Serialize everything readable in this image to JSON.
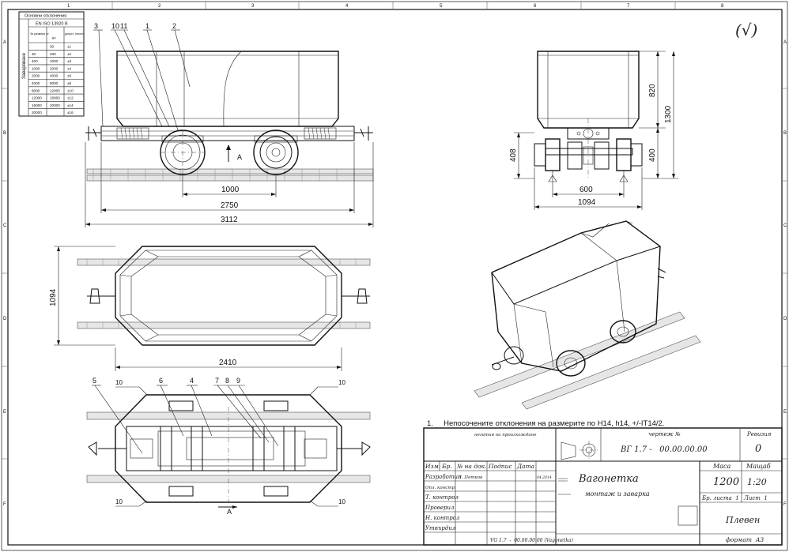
{
  "grid": {
    "columns": [
      "1",
      "2",
      "3",
      "4",
      "5",
      "6",
      "7",
      "8"
    ],
    "rows": [
      "A",
      "B",
      "C",
      "D",
      "E",
      "F"
    ]
  },
  "roughness_symbol": "(√)",
  "tolerance_table": {
    "title": "Основни отклонения",
    "standard": "EN ISO 13920 B",
    "side_label": "Заваряване",
    "col_headers": [
      "За размери от",
      "до",
      "допуст. отклон."
    ],
    "rows": [
      [
        "",
        "30",
        "±1"
      ],
      [
        "30",
        "400",
        "±2"
      ],
      [
        "400",
        "1000",
        "±3"
      ],
      [
        "1000",
        "2000",
        "±4"
      ],
      [
        "2000",
        "4000",
        "±6"
      ],
      [
        "4000",
        "8000",
        "±8"
      ],
      [
        "8000",
        "12000",
        "±10"
      ],
      [
        "12000",
        "16000",
        "±12"
      ],
      [
        "16000",
        "20000",
        "±14"
      ],
      [
        "20000",
        "",
        "±16"
      ]
    ]
  },
  "side_view": {
    "balloons": [
      "3",
      "10",
      "11",
      "1",
      "2"
    ],
    "section_label": "A",
    "dims": [
      "1000",
      "2750",
      "3112"
    ]
  },
  "end_view": {
    "dims": [
      "820",
      "1300",
      "408",
      "400",
      "600",
      "1094"
    ]
  },
  "top_view": {
    "dims": [
      "1094",
      "2410"
    ]
  },
  "bottom_view": {
    "balloons": [
      "5",
      "6",
      "4",
      "7",
      "8",
      "9"
    ],
    "weld_labels": [
      "10",
      "10",
      "10",
      "10"
    ],
    "section_label": "A"
  },
  "note": "1.     Непосочените отклонения на размерите по H14, h14, +/-IT14/2.",
  "title_block": {
    "orig_label": "негатив на произхождане",
    "drawing_no_label": "чертеж №",
    "drawing_no": "ВГ 1.7 -   00.00.00.00",
    "revision_label": "Ревизия",
    "revision": "0",
    "mass_label": "Маса",
    "scale_label": "Мащаб",
    "mass": "1200",
    "scale": "1:20",
    "sheets": "Бр. листа  1",
    "sheet": "Лист  1",
    "headers": [
      "Изм.",
      "Бр.",
      "№ на док.",
      "Подпис",
      "Дата"
    ],
    "rows": [
      "Разработил",
      "Опл. констр.",
      "Т. контрол",
      "Проверил",
      "Н. контрол",
      "Утвърдил"
    ],
    "author": "П. Петков",
    "date": "04.2014",
    "name": "Вагонетка",
    "subtitle": "монтаж и заварка",
    "company": "Плевен",
    "footer_file": "VG 1.7  -  00.00.00.00 (Vagonetka)",
    "format": "формат  А3"
  }
}
